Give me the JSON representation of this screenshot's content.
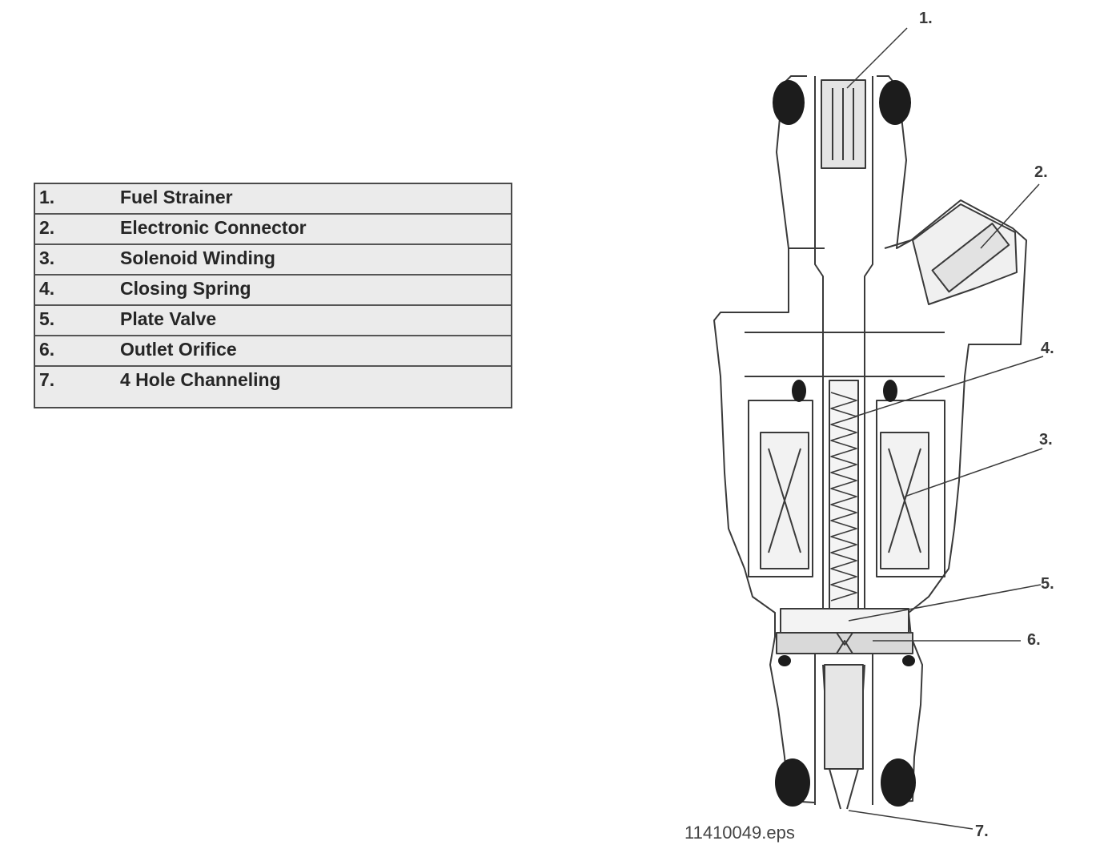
{
  "legend": [
    {
      "num": "1.",
      "label": "Fuel Strainer"
    },
    {
      "num": "2.",
      "label": "Electronic Connector"
    },
    {
      "num": "3.",
      "label": "Solenoid Winding"
    },
    {
      "num": "4.",
      "label": "Closing Spring"
    },
    {
      "num": "5.",
      "label": "Plate Valve"
    },
    {
      "num": "6.",
      "label": "Outlet Orifice"
    },
    {
      "num": "7.",
      "label": "4 Hole Channeling"
    }
  ],
  "callouts": [
    "1.",
    "2.",
    "3.",
    "4.",
    "5.",
    "6.",
    "7."
  ],
  "file_caption": "11410049.eps",
  "colors": {
    "line": "#3a3a3a",
    "oring": "#1c1c1c",
    "table_bg": "#ebebeb"
  }
}
